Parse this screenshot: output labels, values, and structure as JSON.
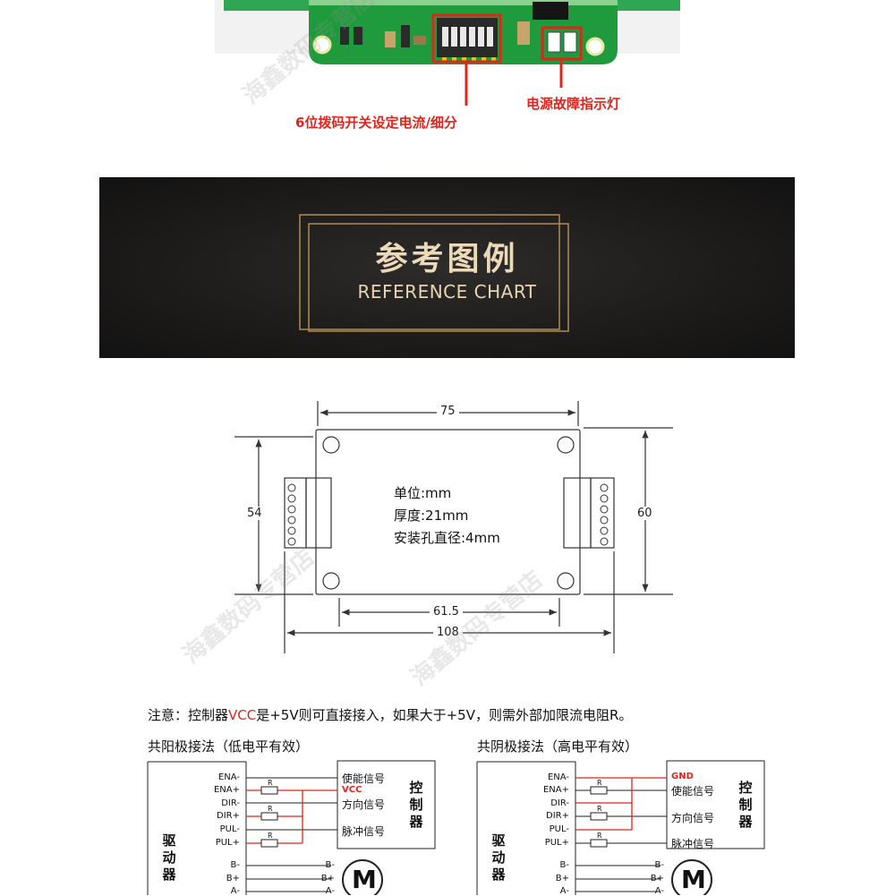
{
  "callouts": {
    "dip_switch": "6位拨码开关设定电流/细分",
    "power_led": "电源故障指示灯"
  },
  "banner": {
    "title": "参考图例",
    "subtitle": "REFERENCE CHART"
  },
  "dimensions": {
    "width_top": "75",
    "height_left": "54",
    "height_right": "60",
    "bottom_inner": "61.5",
    "bottom_outer": "108",
    "unit": "单位:mm",
    "thickness": "厚度:21mm",
    "hole": "安装孔直径:4mm"
  },
  "wiring": {
    "note_prefix": "注意：控制器",
    "note_vcc": "VCC",
    "note_suffix": "是+5V则可直接接入，如果大于+5V，则需外部加限流电阻R。",
    "left": {
      "heading": "共阳极接法（低电平有效）",
      "pins": [
        "ENA-",
        "ENA+",
        "DIR-",
        "DIR+",
        "PUL-",
        "PUL+",
        "B-",
        "B+",
        "A-"
      ],
      "signals": [
        "使能信号",
        "VCC",
        "方向信号",
        "脉冲信号"
      ],
      "resistor": "R",
      "motor_pins": [
        "B-",
        "B+",
        "A-"
      ],
      "motor": "M",
      "driver_label": "驱动器",
      "controller_label": "控制器"
    },
    "right": {
      "heading": "共阴极接法（高电平有效）",
      "pins": [
        "ENA-",
        "ENA+",
        "DIR-",
        "DIR+",
        "PUL-",
        "PUL+",
        "B-",
        "B+",
        "A-"
      ],
      "signals": [
        "GND",
        "使能信号",
        "方向信号",
        "脉冲信号"
      ],
      "resistor": "R",
      "motor_pins": [
        "B-",
        "B+",
        "A-"
      ],
      "motor": "M",
      "driver_label": "驱动器",
      "controller_label": "控制器"
    }
  },
  "watermark": "海鑫数码专营店"
}
